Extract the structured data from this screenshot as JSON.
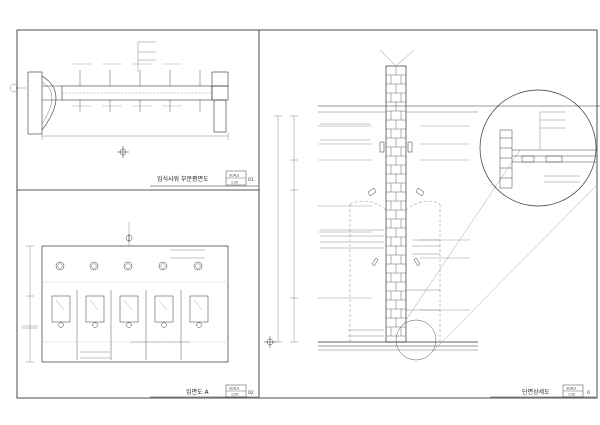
{
  "panels": {
    "plan": {
      "title": "입식샤워 부분평면도",
      "scale_label": "SCALE",
      "scale_value": "1:20",
      "sheet_no": "01"
    },
    "elevation": {
      "title": "입면도 A",
      "scale_label": "SCALE",
      "scale_value": "1:20",
      "sheet_no": "02"
    },
    "section": {
      "title": "단면상세도",
      "scale_label": "SCALE",
      "scale_value": "1:20",
      "sheet_no": "0"
    }
  }
}
